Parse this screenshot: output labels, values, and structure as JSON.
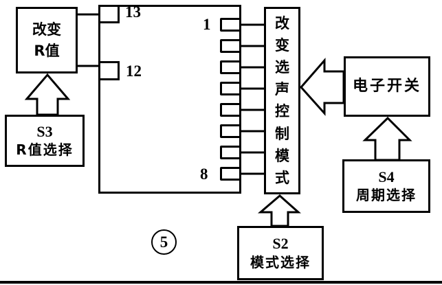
{
  "colors": {
    "ink": "#000000",
    "paper": "#ffffff"
  },
  "figure_number": "5",
  "change_r_box": {
    "line1": "改变",
    "line2": "R值"
  },
  "ic": {
    "left_pins": {
      "pin13": "13",
      "pin12": "12"
    },
    "right_pins": {
      "first": "1",
      "last": "8"
    }
  },
  "mode_control_box": {
    "chars": [
      "改",
      "变",
      "选",
      "声",
      "控",
      "制",
      "模",
      "式"
    ]
  },
  "electronic_switch_box": {
    "label": "电子开关"
  },
  "s3_box": {
    "line1": "S3",
    "line2": "R值选择"
  },
  "s2_box": {
    "line1": "S2",
    "line2": "模式选择"
  },
  "s4_box": {
    "line1": "S4",
    "line2": "周期选择"
  }
}
